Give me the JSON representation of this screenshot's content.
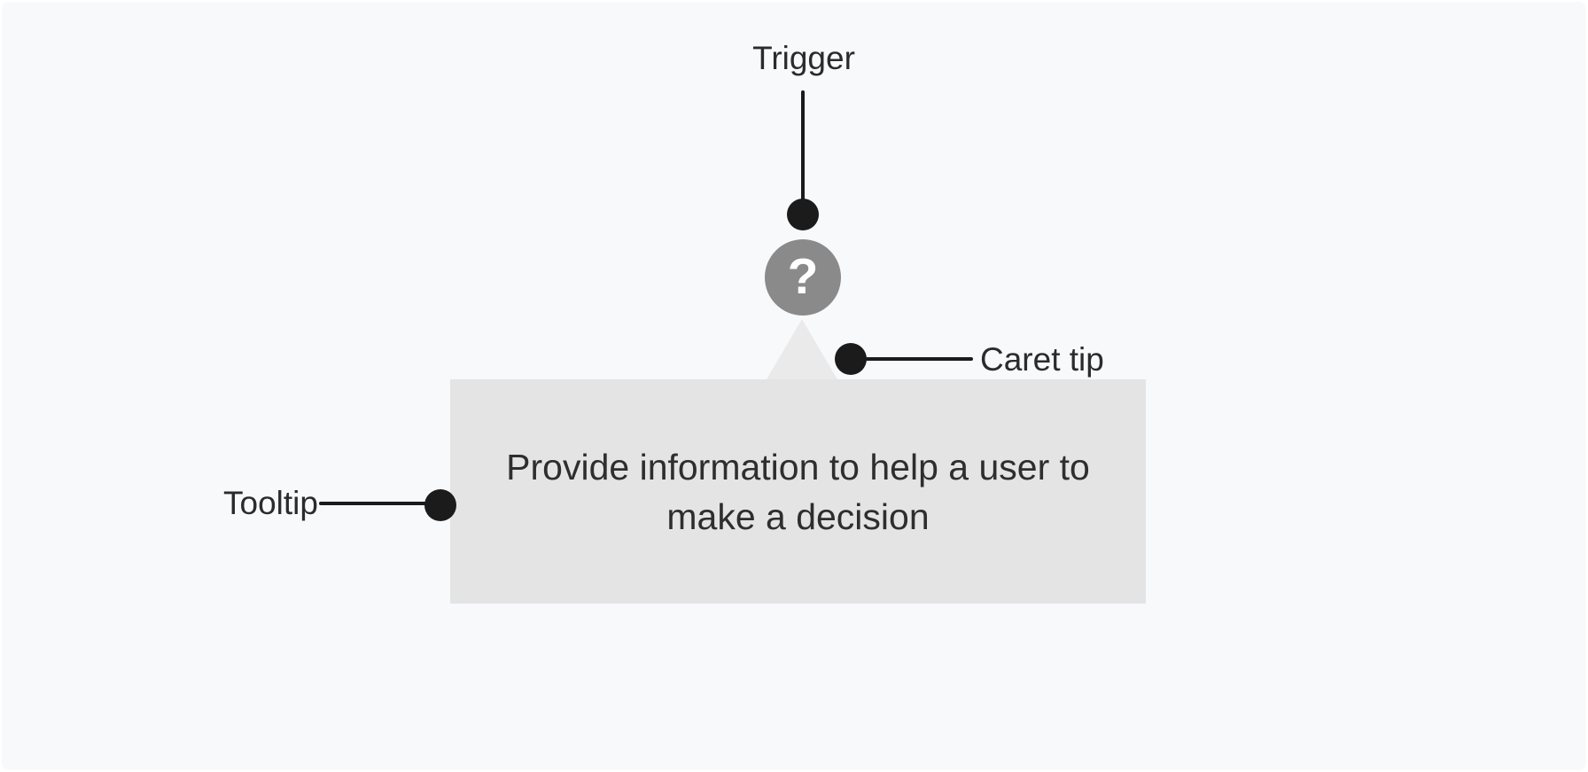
{
  "colors": {
    "canvas_bg": "#f8f9fb",
    "connector": "#1b1b1b",
    "label_text": "#2b2b2b",
    "tooltip_bg": "#e4e4e4",
    "caret_bg": "#eaeaea",
    "trigger_icon_bg": "#8a8a8a",
    "trigger_icon_glyph": "#ffffff",
    "tooltip_text": "#2e2e2e"
  },
  "annotations": {
    "trigger": {
      "label": "Trigger"
    },
    "caret_tip": {
      "label": "Caret tip"
    },
    "tooltip": {
      "label": "Tooltip"
    }
  },
  "trigger_icon": {
    "glyph": "?"
  },
  "tooltip": {
    "text": "Provide information to help a user to make a decision",
    "lines": [
      "Provide information to help a user to",
      "make a decision"
    ]
  }
}
